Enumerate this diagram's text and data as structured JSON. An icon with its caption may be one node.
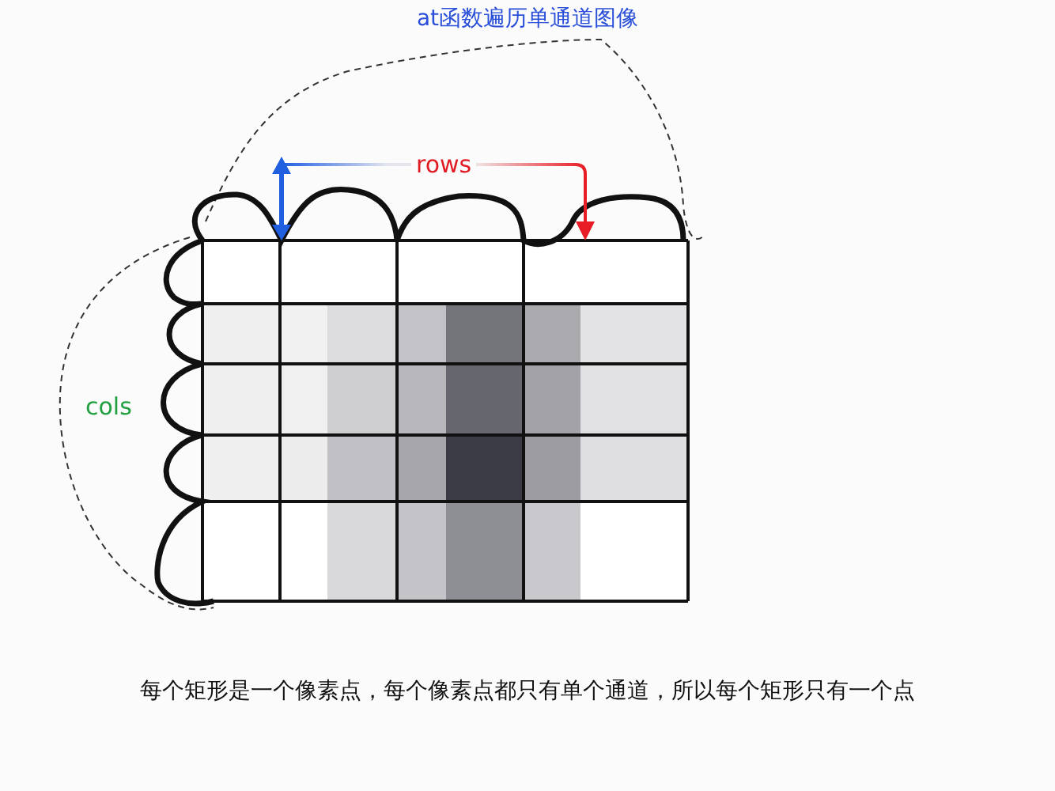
{
  "diagram": {
    "title": "at函数遍历单通道图像",
    "caption": "每个矩形是一个像素点，每个像素点都只有单个通道，所以每个矩形只有一个点",
    "labels": [
      "rows",
      "cols"
    ]
  }
}
